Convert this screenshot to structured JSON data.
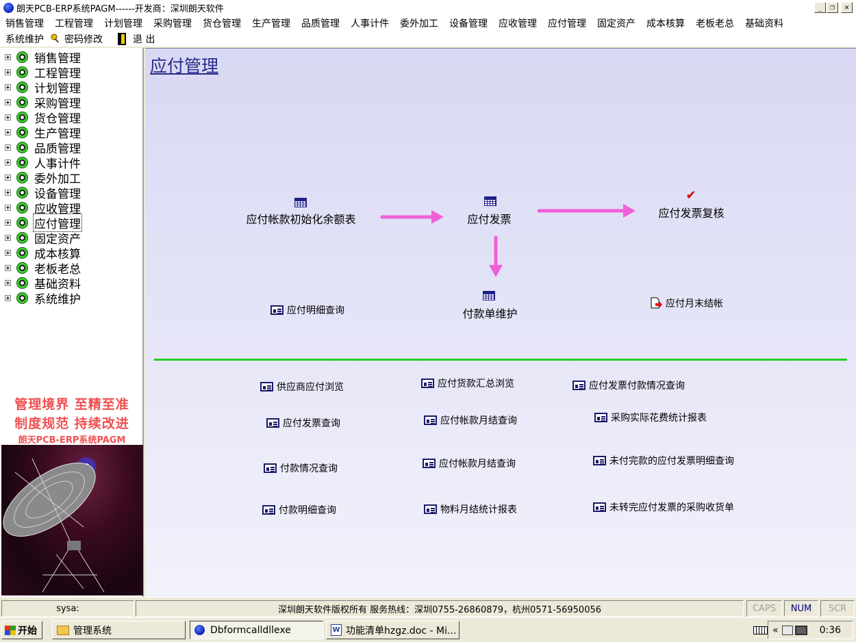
{
  "window": {
    "title": "朗天PCB-ERP系统PAGM------开发商：深圳朗天软件",
    "minimize_glyph": "_",
    "restore_glyph": "❐",
    "close_glyph": "✕"
  },
  "menubar": {
    "row1": [
      "销售管理",
      "工程管理",
      "计划管理",
      "采购管理",
      "货仓管理",
      "生产管理",
      "品质管理",
      "人事计件",
      "委外加工",
      "设备管理",
      "应收管理",
      "应付管理",
      "固定资产",
      "成本核算",
      "老板老总",
      "基础资料"
    ],
    "row2": {
      "system": "系统维护",
      "password": "密码修改",
      "exit": "退 出"
    }
  },
  "tree": {
    "items": [
      "销售管理",
      "工程管理",
      "计划管理",
      "采购管理",
      "货仓管理",
      "生产管理",
      "品质管理",
      "人事计件",
      "委外加工",
      "设备管理",
      "应收管理",
      "应付管理",
      "固定资产",
      "成本核算",
      "老板老总",
      "基础资料",
      "系统维护"
    ],
    "selected_index": 11
  },
  "sidebar_banner": {
    "slogan1": "管理境界  至精至准",
    "slogan2": "制度规范  持续改进",
    "product": "朗天PCB-ERP系统PAGM",
    "slogan_color": "#f05050"
  },
  "main": {
    "title": "应付管理",
    "flow": {
      "init_balance": "应付帐款初始化余额表",
      "invoice": "应付发票",
      "invoice_review": "应付发票复核",
      "payment_maint": "付款单维护",
      "detail_query": "应付明细查询",
      "month_end": "应付月末结帐"
    },
    "reports": [
      "供应商应付浏览",
      "应付货款汇总浏览",
      "应付发票付款情况查询",
      "应付发票查询",
      "应付帐款月结查询",
      "采购实际花费统计报表",
      "付款情况查询",
      "应付帐款月结查询",
      "未付完款的应付发票明细查询",
      "付款明细查询",
      "物料月结统计报表",
      "未转完应付发票的采购收货单"
    ],
    "arrow_color": "#f060d8",
    "divider_color": "#21d021"
  },
  "statusbar": {
    "user": "sysa:",
    "copyright": "深圳朗天软件版权所有  服务热线：深圳0755-26860879，杭州0571-56950056",
    "caps": "CAPS",
    "num": "NUM",
    "scr": "SCR"
  },
  "taskbar": {
    "start": "开始",
    "tasks": [
      "管理系统",
      "Dbformcalldllexe",
      "功能清单hzgz.doc - Mi..."
    ],
    "clock": "0:36",
    "tray_chevron": "«"
  }
}
